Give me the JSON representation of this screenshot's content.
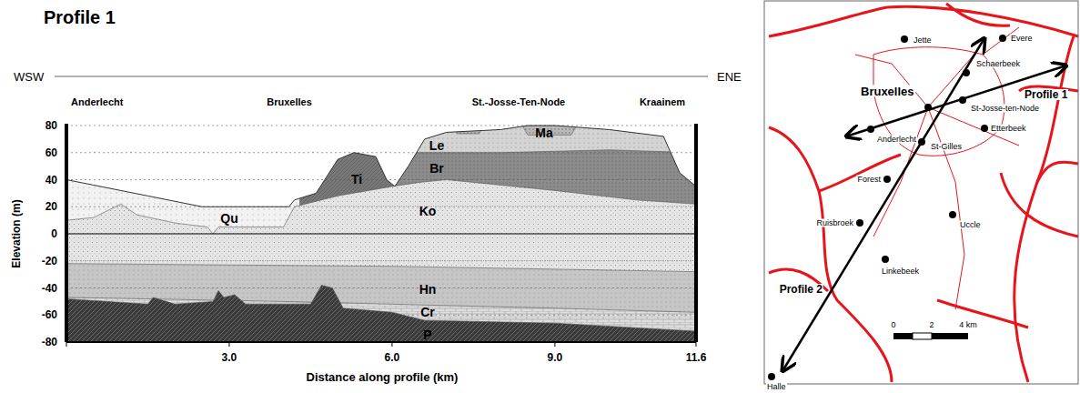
{
  "diagram": {
    "title": "Profile 1",
    "labels": [
      "WSW",
      "ENE",
      "Anderlecht",
      "Bruxelles",
      "St.-Josse-Ten-Node",
      "Kraainem",
      "Le",
      "Ma",
      "Br",
      "Ti",
      "Qu",
      "Ko",
      "Hn",
      "Cr",
      "P",
      "80",
      "60",
      "40",
      "20",
      "0",
      "-20",
      "-40",
      "-60",
      "-80",
      "Elevation (m)",
      "3.0",
      "6.0",
      "9.0",
      "11.6",
      "Distance along profile (km)",
      "Jette",
      "Evere",
      "Schaerbeek",
      "Bruxelles",
      "Profile 1",
      "St-Josse-ten-Node",
      "Etterbeek",
      "Anderlecht",
      "St-Gilles",
      "Forest",
      "Ruisbroek",
      "Uccle",
      "Linkebeek",
      "Profile 2",
      "Halle",
      "0",
      "2",
      "4 km"
    ]
  }
}
